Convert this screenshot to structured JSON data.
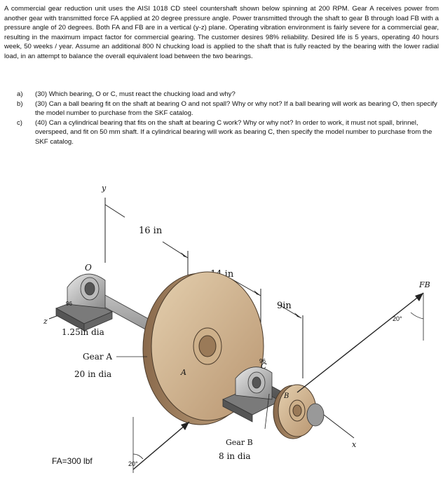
{
  "problem": {
    "paragraph": "A commercial gear reduction unit uses the AISI 1018 CD steel countershaft shown below spinning at 200 RPM. Gear A receives power from another gear with transmitted force FA applied at 20 degree pressure angle. Power transmitted through the shaft to gear B through load FB with a pressure angle of 20 degrees. Both FA and FB are in a vertical (y-z) plane. Operating vibration environment is fairly severe for a commercial gear, resulting in the maximum impact factor for commercial gearing. The customer desires 98% reliability. Desired life is 5 years, operating 40 hours week, 50 weeks / year. Assume an additional 800 N chucking load is applied to the shaft that is fully reacted by the bearing with the lower radial load, in an attempt to balance the overall equivalent load between the two bearings.",
    "questions": [
      {
        "label": "a)",
        "text": "(30) Which bearing, O or C, must react the chucking load and why?"
      },
      {
        "label": "b)",
        "text": "(30) Can a ball bearing fit on the shaft at bearing O and not spall? Why or why not? If a ball bearing will work as bearing O, then specify the model number to purchase from the SKF catalog."
      },
      {
        "label": "c)",
        "text": "(40) Can a cylindrical bearing that fits on the shaft at bearing C work? Why or why not? In order to work, it must not spall, brinnel, overspeed, and fit on 50 mm shaft. If a cylindrical bearing will work as bearing C, then specify the model number to purchase from the SKF catalog."
      }
    ]
  },
  "figure": {
    "axis_y": "y",
    "axis_z": "z",
    "axis_x": "x",
    "point_o": "O",
    "point_a": "A",
    "point_b": "B",
    "point_c": "C",
    "dim_16": "16 in",
    "dim_14": "14 in",
    "dim_9": "9in",
    "shaft_dia": "1.25in dia",
    "gear_a_label": "Gear A",
    "gear_a_dia": "20 in dia",
    "gear_b_label": "Gear B",
    "gear_b_dia": "8 in dia",
    "force_a": "FA=300 lbf",
    "angle_a": "20°",
    "force_b": "FB",
    "angle_b": "20°",
    "bearing_o_mark": "96",
    "bearing_c_mark": "96"
  }
}
